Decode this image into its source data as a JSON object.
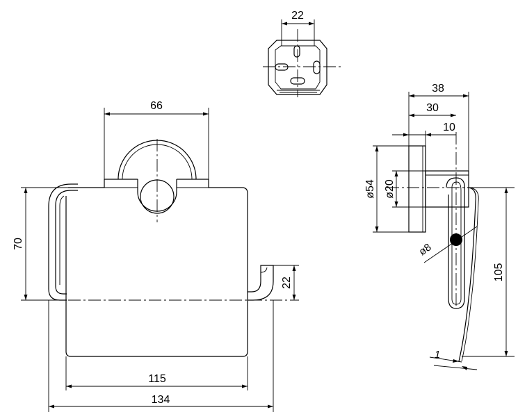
{
  "drawing": {
    "front_view": {
      "width_overall": "134",
      "width_roll": "115",
      "width_top": "66",
      "height_left": "70",
      "height_right": "22"
    },
    "top_view": {
      "width": "22"
    },
    "side_view": {
      "depth_38": "38",
      "depth_30": "30",
      "depth_10": "10",
      "diameter_54": "ø54",
      "diameter_20": "ø20",
      "diameter_8": "ø8",
      "height_105": "105",
      "thickness_1": "1"
    }
  }
}
